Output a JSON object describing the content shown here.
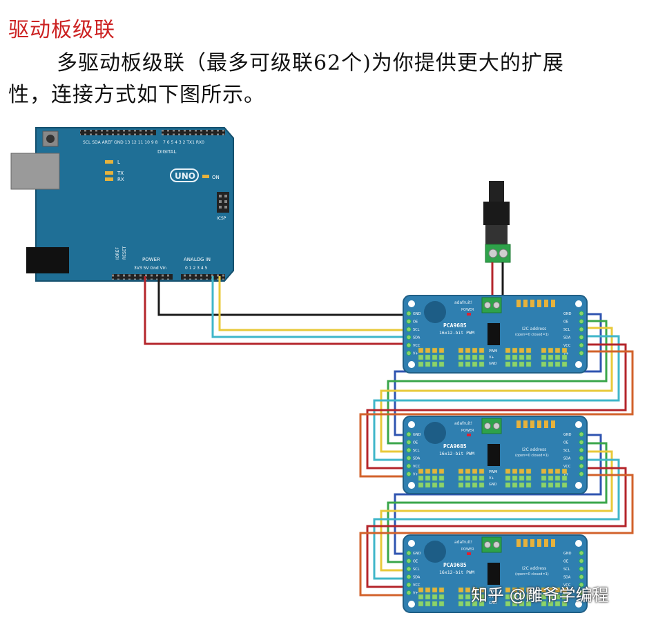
{
  "heading": "驱动板级联",
  "paragraph": {
    "line1": "多驱动板级联（最多可级联62个)为你提供更大的扩展",
    "line2": "性，连接方式如下图所示。"
  },
  "arduino": {
    "model": "UNO",
    "on_label": "ON",
    "digital_label": "DIGITAL",
    "power_label": "POWER",
    "analog_label": "ANALOG IN",
    "icsp_label": "ICSP",
    "led_labels": [
      "L",
      "TX",
      "RX"
    ],
    "power_pins": "3V3 5V Gnd Vin",
    "analog_pins": "0 1 2 3 4 5"
  },
  "driver_board": {
    "brand": "adafruit!",
    "chip": "PCA9685",
    "subtitle": "16x12-bit PWM",
    "i2c_label": "I2C address",
    "i2c_sub": "(open=0 closed=1)",
    "power_label": "POWER",
    "pins_left": [
      "GND",
      "OE",
      "SCL",
      "SDA",
      "VCC",
      "V+"
    ],
    "pins_right": [
      "GND",
      "OE",
      "SCL",
      "SDA",
      "VCC",
      "V+"
    ],
    "header_labels": [
      "PWM",
      "V+",
      "GND"
    ]
  },
  "watermark": "知乎 @雕爷学编程",
  "colors": {
    "heading": "#cc2222",
    "board_blue": "#2f7fb0",
    "arduino_blue": "#1f6f96",
    "wire_black": "#1a1a1a",
    "wire_red": "#b4252b",
    "wire_yellow": "#e8c93a",
    "wire_cyan": "#3fb6c9",
    "wire_orange": "#d2622b",
    "wire_blue": "#2f54b0",
    "wire_green": "#3aa64a",
    "terminal_green": "#2ea24a"
  }
}
